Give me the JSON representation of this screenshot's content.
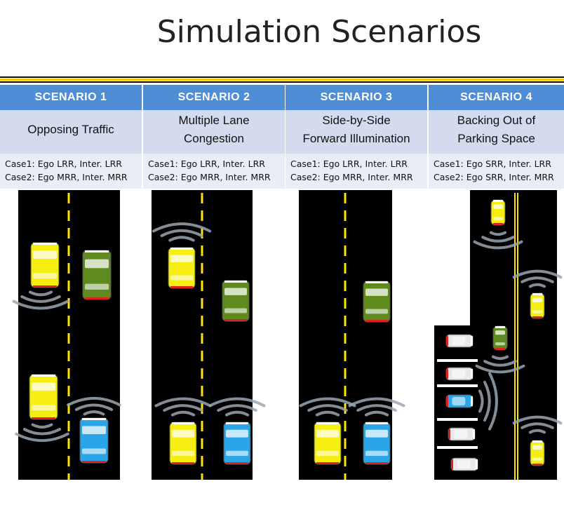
{
  "title": "Simulation Scenarios",
  "scenarios": [
    {
      "header": "SCENARIO 1",
      "name": "Opposing Traffic",
      "case1": "Case1: Ego LRR, Inter. LRR",
      "case2": "Case2: Ego MRR, Inter. MRR"
    },
    {
      "header": "SCENARIO 2",
      "name": "Multiple Lane\nCongestion",
      "case1": "Case1: Ego LRR, Inter. LRR",
      "case2": "Case2: Ego MRR, Inter. MRR"
    },
    {
      "header": "SCENARIO 3",
      "name": "Side-by-Side\nForward Illumination",
      "case1": "Case1: Ego LRR, Inter. LRR",
      "case2": "Case2: Ego MRR, Inter. MRR"
    },
    {
      "header": "SCENARIO 4",
      "name": "Backing Out of\nParking Space",
      "case1": "Case1: Ego SRR, Inter. LRR",
      "case2": "Case2: Ego SRR, Inter. MRR"
    }
  ],
  "colors": {
    "header": "#4f8ed6",
    "name_band": "#d2dcee",
    "case_band": "#e8edf6",
    "road": "#000000",
    "lane_marking": "#ffe500",
    "car_yellow": "#f5ee10",
    "car_green": "#5e8a1e",
    "car_blue": "#2aa6e8",
    "car_white": "#e8e8e8",
    "radar_wave": "#9aa6b2"
  }
}
